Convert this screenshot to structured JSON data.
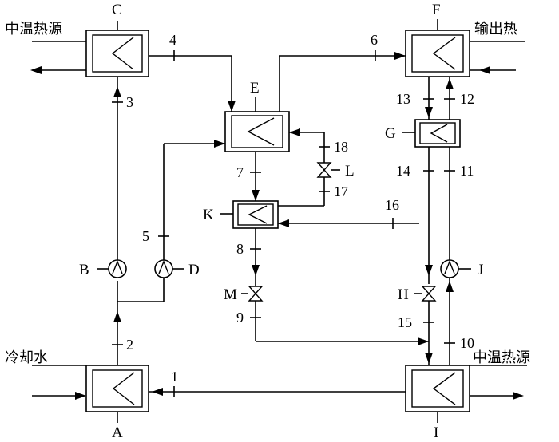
{
  "components": {
    "A": "A",
    "B": "B",
    "C": "C",
    "D": "D",
    "E": "E",
    "F": "F",
    "G": "G",
    "H": "H",
    "I": "I",
    "J": "J",
    "K": "K",
    "L": "L",
    "M": "M"
  },
  "streams": {
    "s1": "1",
    "s2": "2",
    "s3": "3",
    "s4": "4",
    "s5": "5",
    "s6": "6",
    "s7": "7",
    "s8": "8",
    "s9": "9",
    "s10": "10",
    "s11": "11",
    "s12": "12",
    "s13": "13",
    "s14": "14",
    "s15": "15",
    "s16": "16",
    "s17": "17",
    "s18": "18"
  },
  "external_labels": {
    "heat_source_top": "中温热源",
    "heat_output": "输出热",
    "cooling_water": "冷却水",
    "heat_source_bottom": "中温热源"
  }
}
